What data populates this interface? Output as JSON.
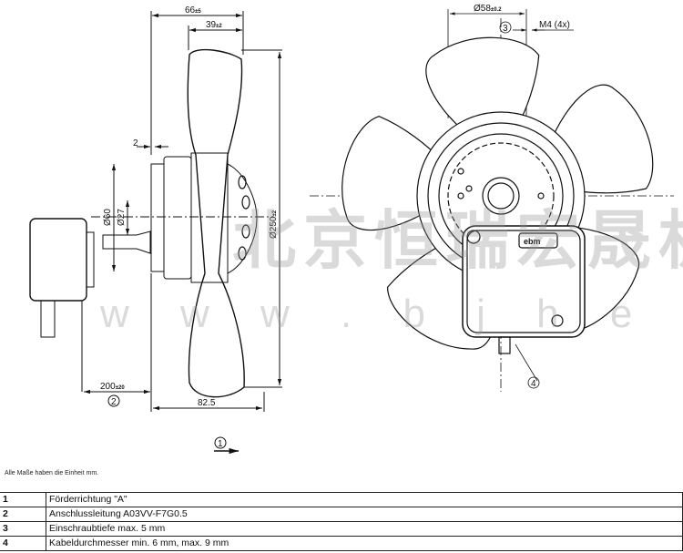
{
  "dimensions": {
    "width_total": "66",
    "width_total_tol": "±5",
    "width_hub": "39",
    "width_hub_tol": "±2",
    "offset": "2",
    "dia_60": "Ø60",
    "dia_27": "Ø27",
    "dia_250": "Ø250",
    "dia_250_tol": "±2",
    "cable_length": "200",
    "cable_length_tol": "±20",
    "depth": "82.5",
    "dia_58": "Ø58",
    "dia_58_tol": "±0.2",
    "thread": "M4 (4x)"
  },
  "callouts": [
    "1",
    "2",
    "3",
    "4"
  ],
  "brand_label": "ebm",
  "watermark": {
    "cn": "北京恒瑞宏晟机电",
    "url": "w w w . b j h e n g r u i . c n"
  },
  "note": "Alle Maße haben die Einheit mm.",
  "legend": [
    {
      "num": "1",
      "text": "Förderrichtung \"A\""
    },
    {
      "num": "2",
      "text": "Anschlussleitung A03VV-F7G0.5"
    },
    {
      "num": "3",
      "text": "Einschraubtiefe max. 5 mm"
    },
    {
      "num": "4",
      "text": "Kabeldurchmesser min. 6 mm, max. 9 mm"
    }
  ]
}
